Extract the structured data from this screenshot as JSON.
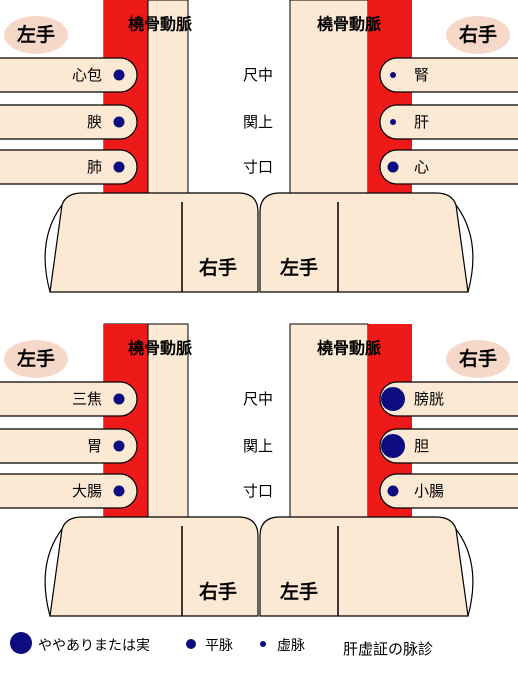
{
  "colors": {
    "skin": "#fbe9d4",
    "red": "#ee1a1a",
    "dot": "#0c0c80",
    "badge": "#f6d8c8",
    "outline": "#000000"
  },
  "panels": [
    {
      "artery_label": "橈骨動脈",
      "center_labels": [
        "尺中",
        "関上",
        "寸口"
      ],
      "left_badge": "左手",
      "right_badge": "右手",
      "bottom_left_hand_label": "右手",
      "bottom_right_hand_label": "左手",
      "left_items": [
        {
          "label": "心包",
          "pulse": "normal"
        },
        {
          "label": "腴",
          "pulse": "normal"
        },
        {
          "label": "肺",
          "pulse": "normal"
        }
      ],
      "right_items": [
        {
          "label": "腎",
          "pulse": "weak"
        },
        {
          "label": "肝",
          "pulse": "weak"
        },
        {
          "label": "心",
          "pulse": "normal"
        }
      ]
    },
    {
      "artery_label": "橈骨動脈",
      "center_labels": [
        "尺中",
        "関上",
        "寸口"
      ],
      "left_badge": "左手",
      "right_badge": "右手",
      "bottom_left_hand_label": "右手",
      "bottom_right_hand_label": "左手",
      "left_items": [
        {
          "label": "三焦",
          "pulse": "normal"
        },
        {
          "label": "胃",
          "pulse": "normal"
        },
        {
          "label": "大腸",
          "pulse": "normal"
        }
      ],
      "right_items": [
        {
          "label": "膀胱",
          "pulse": "strong"
        },
        {
          "label": "胆",
          "pulse": "strong"
        },
        {
          "label": "小腸",
          "pulse": "normal"
        }
      ]
    }
  ],
  "legend": {
    "strong_label": "ややありまたは実",
    "normal_label": "平脉",
    "weak_label": "虚脉",
    "title": "肝虚証の脉診"
  }
}
